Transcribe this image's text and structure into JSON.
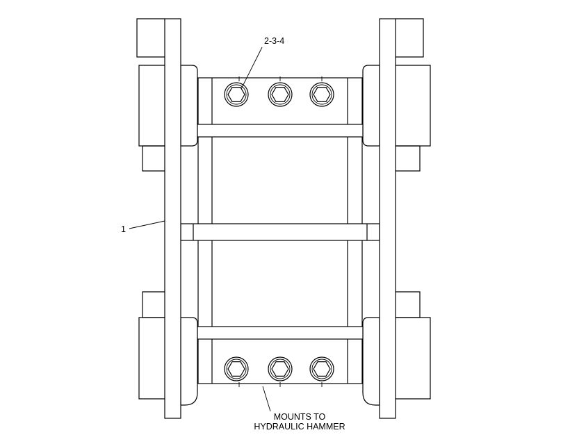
{
  "callouts": {
    "bolts": "2-3-4",
    "plate": "1",
    "mount_line1": "MOUNTS TO",
    "mount_line2": "HYDRAULIC HAMMER"
  },
  "colors": {
    "line": "#000000",
    "background": "#ffffff"
  }
}
